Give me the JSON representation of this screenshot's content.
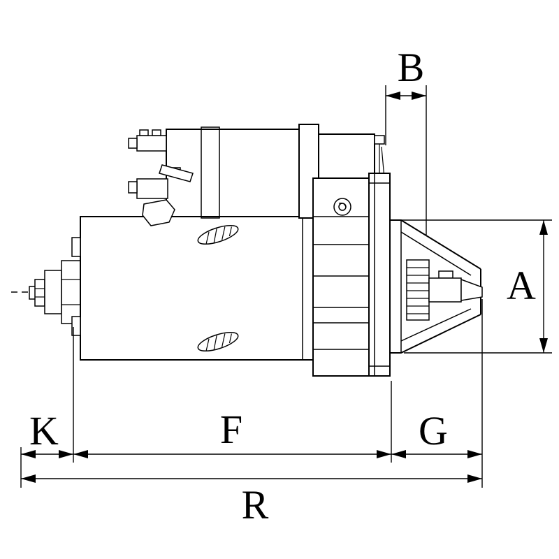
{
  "diagram": {
    "kind": "starter-motor-dimensional-drawing",
    "labels": {
      "a": "A",
      "b": "B",
      "k": "K",
      "f": "F",
      "g": "G",
      "r": "R"
    },
    "colors": {
      "line": "#000000",
      "background": "#ffffff"
    }
  }
}
